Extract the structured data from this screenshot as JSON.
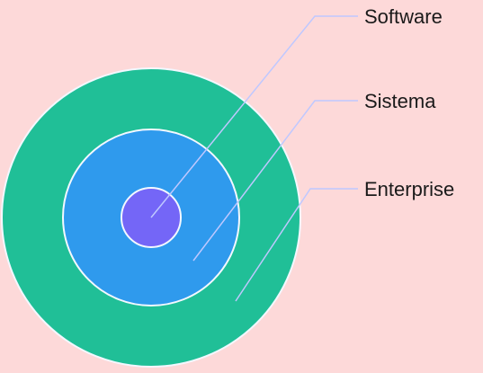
{
  "layers": [
    {
      "label": "Software",
      "color": "#7466f7"
    },
    {
      "label": "Sistema",
      "color": "#2f9aed"
    },
    {
      "label": "Enterprise",
      "color": "#20bf97"
    }
  ],
  "background_color": "#fdd9d9",
  "ring_border_color": "#f3f8ff",
  "leader_line_color": "#bfc8ff"
}
